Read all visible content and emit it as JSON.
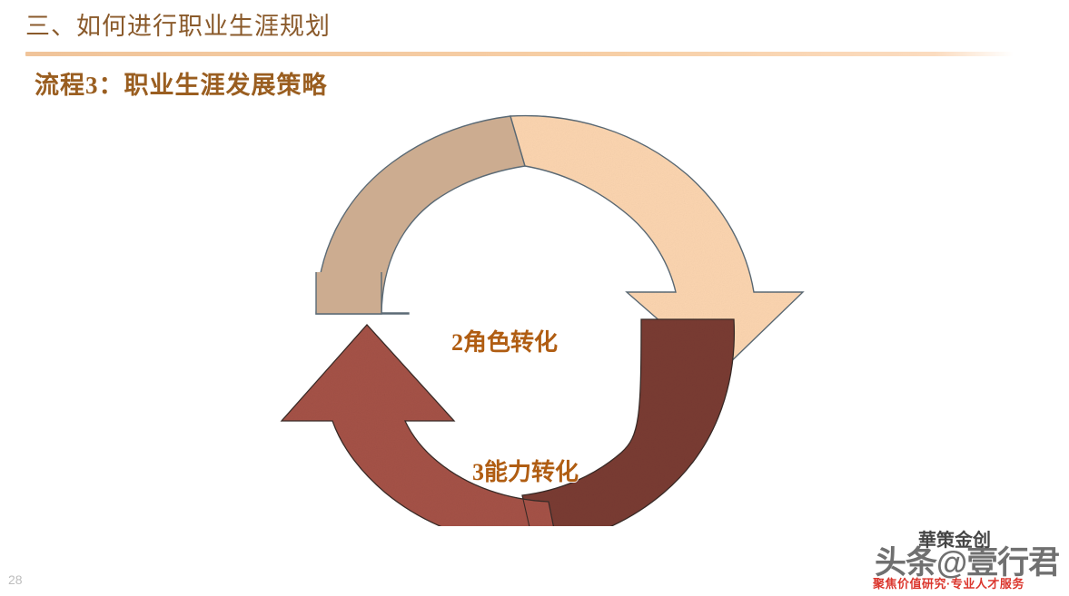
{
  "slide": {
    "title": "三、如何进行职业生涯规划",
    "subtitle": "流程3：职业生涯发展策略",
    "page_number": "28",
    "title_color": "#8a5a2b",
    "subtitle_color": "#9a5e20",
    "divider_color": "#f5cba4",
    "background_color": "#ffffff"
  },
  "diagram": {
    "type": "two-interlocking-curved-arrows",
    "labels": [
      {
        "id": "role",
        "text": "2角色转化",
        "color": "#b05d12"
      },
      {
        "id": "ability",
        "text": "3能力转化",
        "color": "#b05d12"
      }
    ],
    "shapes": [
      {
        "name": "upper-arc-tan",
        "fill": "#ccac90",
        "stroke": "#5b6a75",
        "direction": "clockwise-top-left"
      },
      {
        "name": "upper-arrow-peach",
        "fill": "#fcd5b0",
        "stroke": "#5b6a75",
        "direction": "down-right"
      },
      {
        "name": "lower-arrow-red",
        "fill": "#a55247",
        "stroke": "#3a2a26",
        "direction": "up-left"
      },
      {
        "name": "lower-arc-darkred",
        "fill": "#7a3b33",
        "stroke": "#3a2a26",
        "direction": "counter-clockwise-bottom-right"
      }
    ]
  },
  "watermark": {
    "brand": "头条@壹行君",
    "logo": "華策金创",
    "logo_accent": "创",
    "tagline": "聚焦价值研究·专业人才服务",
    "accent_color": "#d9261c"
  }
}
